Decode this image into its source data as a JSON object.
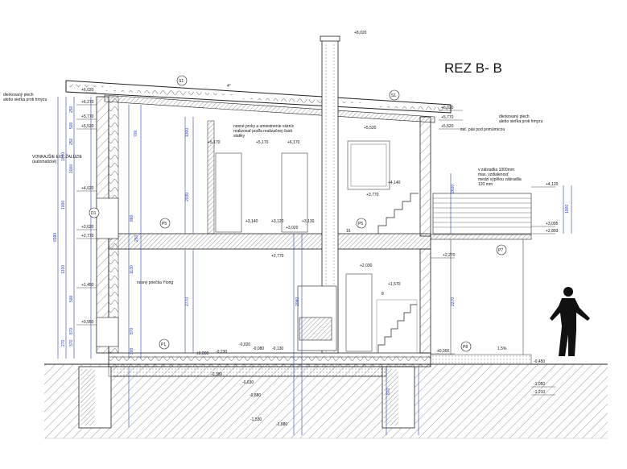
{
  "drawing": {
    "title": "REZ B- B",
    "roof_angle": "4°",
    "top_level": "+8,020"
  },
  "notes": {
    "left_roof": [
      "dierkovaný plech",
      "alebo sieťka proti hmyzu"
    ],
    "right_roof": [
      "dierkovaný plech",
      "alebo sieťka proti hmyzu"
    ],
    "beams": [
      "nosné prvky a umiestnenie väzníc",
      "realizovať podľa realizačnej časti",
      "statiky"
    ],
    "shutter": [
      "VONKAJŠIE EXT. ŽALÚZIE",
      "(automatické)"
    ],
    "cornice": "zať. pás pod pomúrnicou",
    "railing": [
      "v zábradlia 1000mm",
      "max. vzdialenosť",
      "medzi výplňou zábradlia",
      "120 mm"
    ],
    "partition": "nosný priečka Ytong"
  },
  "markers": [
    "S1",
    "S1",
    "D1",
    "P5",
    "P5",
    "P7",
    "P1",
    "P8"
  ],
  "left_levels": [
    "+6,020",
    "+6,270",
    "+5,770",
    "+5,520",
    "+4,020",
    "+3,020",
    "+2,770",
    "+1,450",
    "+0,950"
  ],
  "interior_levels": [
    "+5,170",
    "+5,170",
    "+6,170",
    "+5,520",
    "+4,140",
    "+3,770",
    "+3,140",
    "+3,120",
    "+3,130",
    "+3,020",
    "+2,770",
    "+2,030",
    "+1,570",
    "±0,000",
    "-0,020",
    "-0,230",
    "-0,080",
    "-0,130",
    "-0,380",
    "-0,630",
    "-0,880",
    "-1,530",
    "-1,880"
  ],
  "right_levels": [
    "+6,020",
    "+5,770",
    "+5,520",
    "+4,120",
    "+3,095",
    "+2,893",
    "+2,270",
    "±0,000",
    "-0,450",
    "-1,050",
    "-1,210"
  ],
  "dims_left_outer": [
    "6580",
    "1000",
    "1000",
    "1330",
    "270",
    "370"
  ],
  "dims_left_inner": [
    "250",
    "500",
    "250",
    "1000",
    "860",
    "500",
    "870",
    "1130",
    "870",
    "300"
  ],
  "dims_interior": [
    "700",
    "1300",
    "2030",
    "2770",
    "2080",
    "250",
    "2270",
    "2600",
    "1000",
    "870"
  ],
  "stair_mark": "16",
  "stair_mark2": "8",
  "slope": "1,5%"
}
